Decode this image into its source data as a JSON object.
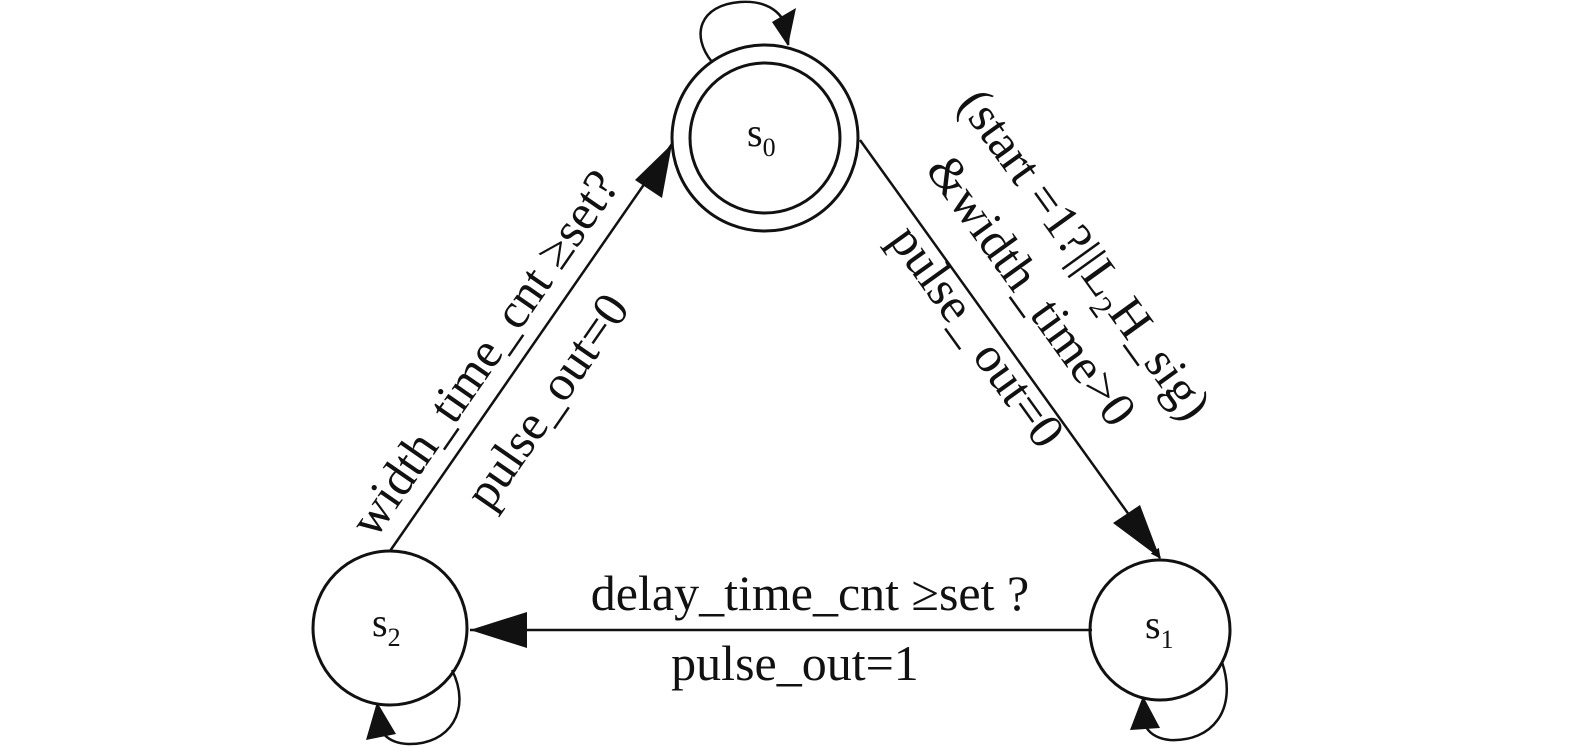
{
  "states": {
    "s0": {
      "name": "s",
      "sub": "0"
    },
    "s1": {
      "name": "s",
      "sub": "1"
    },
    "s2": {
      "name": "s",
      "sub": "2"
    }
  },
  "transitions": {
    "s0_s1": {
      "guard_part1": "(start =1?||L",
      "guard_sub": "2",
      "guard_part2": "H_sig)",
      "guard_line2": "&width_time>0",
      "action": "pulse_ out=0"
    },
    "s1_s2": {
      "guard": "delay_time_cnt ≥set ?",
      "action": "pulse_out=1"
    },
    "s2_s0": {
      "guard": "width_time_cnt ≥set?",
      "action": "pulse_out=0"
    }
  }
}
